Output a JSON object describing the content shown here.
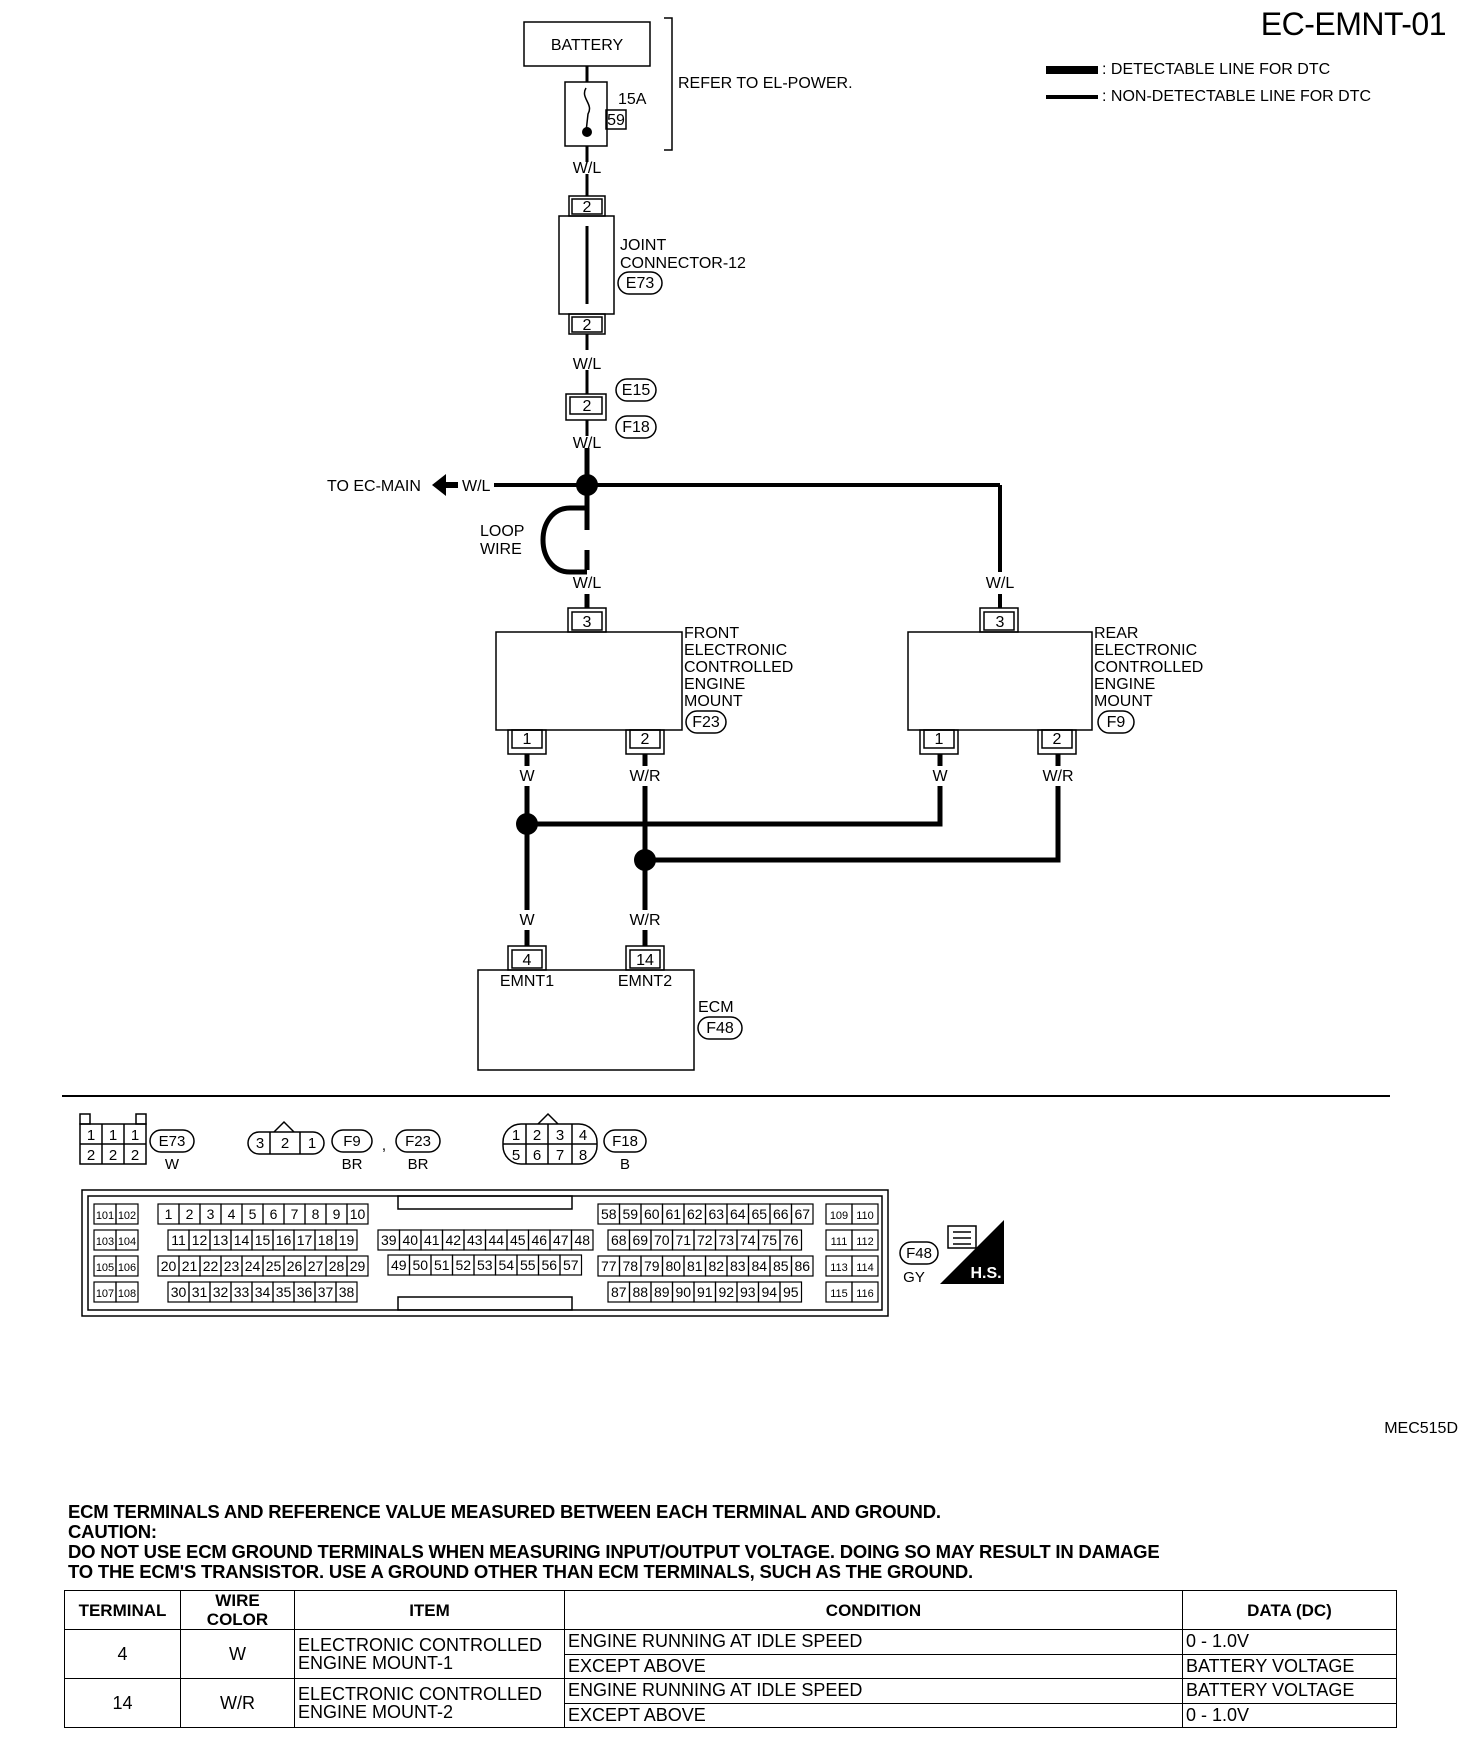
{
  "page_title": "EC-EMNT-01",
  "legend": [
    {
      "style": "thick",
      "label": ": DETECTABLE LINE FOR DTC"
    },
    {
      "style": "thin",
      "label": ": NON-DETECTABLE LINE FOR DTC"
    }
  ],
  "battery": {
    "label": "BATTERY",
    "fuse_rating": "15A",
    "fuse_number": "59",
    "refer_text": "REFER TO EL-POWER."
  },
  "wire_colors": {
    "wl": "W/L",
    "w": "W",
    "wr": "W/R"
  },
  "joint_connector": {
    "label_line1": "JOINT",
    "label_line2": "CONNECTOR-12",
    "code": "E73",
    "pin_top": "2",
    "pin_bottom": "2"
  },
  "harness_connector": {
    "pin": "2",
    "code_top": "E15",
    "code_bottom": "F18"
  },
  "to_main": "TO EC-MAIN",
  "loop_wire": {
    "line1": "LOOP",
    "line2": "WIRE"
  },
  "front_mount": {
    "lines": [
      "FRONT",
      "ELECTRONIC",
      "CONTROLLED",
      "ENGINE",
      "MOUNT"
    ],
    "code": "F23",
    "pin_power": "3",
    "pin_a": "1",
    "pin_b": "2"
  },
  "rear_mount": {
    "lines": [
      "REAR",
      "ELECTRONIC",
      "CONTROLLED",
      "ENGINE",
      "MOUNT"
    ],
    "code": "F9",
    "pin_power": "3",
    "pin_a": "1",
    "pin_b": "2"
  },
  "ecm": {
    "label": "ECM",
    "code": "F48",
    "pin1": "4",
    "pin1_name": "EMNT1",
    "pin2": "14",
    "pin2_name": "EMNT2"
  },
  "connector_views": {
    "e73": {
      "code": "E73",
      "color": "W",
      "top": [
        "1",
        "1",
        "1"
      ],
      "bottom": [
        "2",
        "2",
        "2"
      ]
    },
    "f9_f23": {
      "pins": [
        "3",
        "2",
        "1"
      ],
      "code1": "F9",
      "code2": "F23",
      "color1": "BR",
      "color2": "BR"
    },
    "f18": {
      "code": "F18",
      "color": "B",
      "top": [
        "1",
        "2",
        "3",
        "4"
      ],
      "bottom": [
        "5",
        "6",
        "7",
        "8"
      ]
    },
    "f48": {
      "code": "F48",
      "color": "GY",
      "hs": "H.S."
    }
  },
  "ecm_pins": {
    "g1": [
      [
        "101",
        "102"
      ],
      [
        "103",
        "104"
      ],
      [
        "105",
        "106"
      ],
      [
        "107",
        "108"
      ]
    ],
    "g2": [
      [
        "1",
        "2",
        "3",
        "4",
        "5",
        "6",
        "7",
        "8",
        "9",
        "10"
      ],
      [
        "11",
        "12",
        "13",
        "14",
        "15",
        "16",
        "17",
        "18",
        "19"
      ],
      [
        "20",
        "21",
        "22",
        "23",
        "24",
        "25",
        "26",
        "27",
        "28",
        "29"
      ],
      [
        "30",
        "31",
        "32",
        "33",
        "34",
        "35",
        "36",
        "37",
        "38"
      ]
    ],
    "g3": [
      [
        "39",
        "40",
        "41",
        "42",
        "43",
        "44",
        "45",
        "46",
        "47",
        "48"
      ],
      [
        "49",
        "50",
        "51",
        "52",
        "53",
        "54",
        "55",
        "56",
        "57"
      ]
    ],
    "g4": [
      [
        "58",
        "59",
        "60",
        "61",
        "62",
        "63",
        "64",
        "65",
        "66",
        "67"
      ],
      [
        "68",
        "69",
        "70",
        "71",
        "72",
        "73",
        "74",
        "75",
        "76"
      ],
      [
        "77",
        "78",
        "79",
        "80",
        "81",
        "82",
        "83",
        "84",
        "85",
        "86"
      ],
      [
        "87",
        "88",
        "89",
        "90",
        "91",
        "92",
        "93",
        "94",
        "95"
      ]
    ],
    "g5": [
      [
        "109",
        "110"
      ],
      [
        "111",
        "112"
      ],
      [
        "113",
        "114"
      ],
      [
        "115",
        "116"
      ]
    ]
  },
  "figure_ref": "MEC515D",
  "notes": {
    "heading": "ECM TERMINALS AND REFERENCE VALUE MEASURED BETWEEN EACH TERMINAL AND GROUND.",
    "caution": "CAUTION:",
    "line1": "DO NOT USE ECM GROUND TERMINALS WHEN MEASURING INPUT/OUTPUT VOLTAGE. DOING SO MAY RESULT IN  DAMAGE",
    "line2": "TO THE  ECM'S TRANSISTOR. USE A GROUND OTHER THAN ECM TERMINALS, SUCH AS THE GROUND."
  },
  "table": {
    "headers": [
      "TERMINAL",
      "WIRE COLOR",
      "ITEM",
      "CONDITION",
      "DATA (DC)"
    ],
    "rows": [
      {
        "terminal": "4",
        "wire": "W",
        "item1": "ELECTRONIC CONTROLLED",
        "item2": "ENGINE MOUNT-1",
        "cond1": "ENGINE RUNNING AT IDLE SPEED",
        "data1": "0 - 1.0V",
        "cond2": "EXCEPT ABOVE",
        "data2": "BATTERY VOLTAGE"
      },
      {
        "terminal": "14",
        "wire": "W/R",
        "item1": "ELECTRONIC CONTROLLED",
        "item2": "ENGINE MOUNT-2",
        "cond1": "ENGINE RUNNING AT IDLE SPEED",
        "data1": "BATTERY VOLTAGE",
        "cond2": "EXCEPT ABOVE",
        "data2": "0 - 1.0V"
      }
    ]
  }
}
